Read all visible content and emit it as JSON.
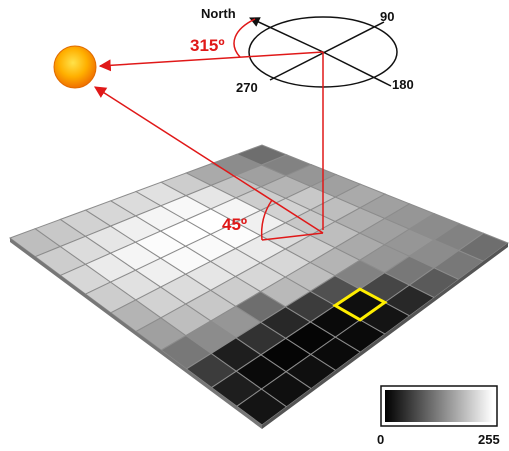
{
  "compass": {
    "north_label": "North",
    "east_label": "90",
    "south_label": "180",
    "west_label": "270"
  },
  "sun": {
    "azimuth_label": "315º",
    "altitude_label": "45º",
    "azimuth_deg": 315,
    "altitude_deg": 45
  },
  "colors": {
    "sun_ray": "#e01818",
    "highlight_cell": "#ffee00",
    "sun_outer": "#f08a00",
    "sun_inner": "#ffd400"
  },
  "grid": {
    "rows": 10,
    "cols": 10,
    "values": [
      [
        190,
        205,
        215,
        205,
        180,
        160,
        120,
        60,
        30,
        20
      ],
      [
        200,
        220,
        235,
        225,
        210,
        190,
        140,
        30,
        10,
        15
      ],
      [
        210,
        230,
        245,
        240,
        220,
        200,
        150,
        50,
        5,
        15
      ],
      [
        215,
        240,
        252,
        250,
        230,
        205,
        110,
        40,
        5,
        10
      ],
      [
        220,
        245,
        255,
        250,
        232,
        215,
        185,
        60,
        10,
        10
      ],
      [
        225,
        248,
        255,
        252,
        235,
        215,
        190,
        80,
        15,
        20
      ],
      [
        205,
        230,
        245,
        240,
        220,
        205,
        180,
        130,
        70,
        40
      ],
      [
        170,
        195,
        205,
        210,
        200,
        190,
        170,
        150,
        120,
        90
      ],
      [
        140,
        160,
        180,
        200,
        190,
        175,
        160,
        150,
        140,
        120
      ],
      [
        110,
        130,
        150,
        160,
        170,
        160,
        150,
        140,
        130,
        110
      ]
    ],
    "highlight_row": 5,
    "highlight_col": 8
  },
  "legend": {
    "min_label": "0",
    "max_label": "255"
  }
}
